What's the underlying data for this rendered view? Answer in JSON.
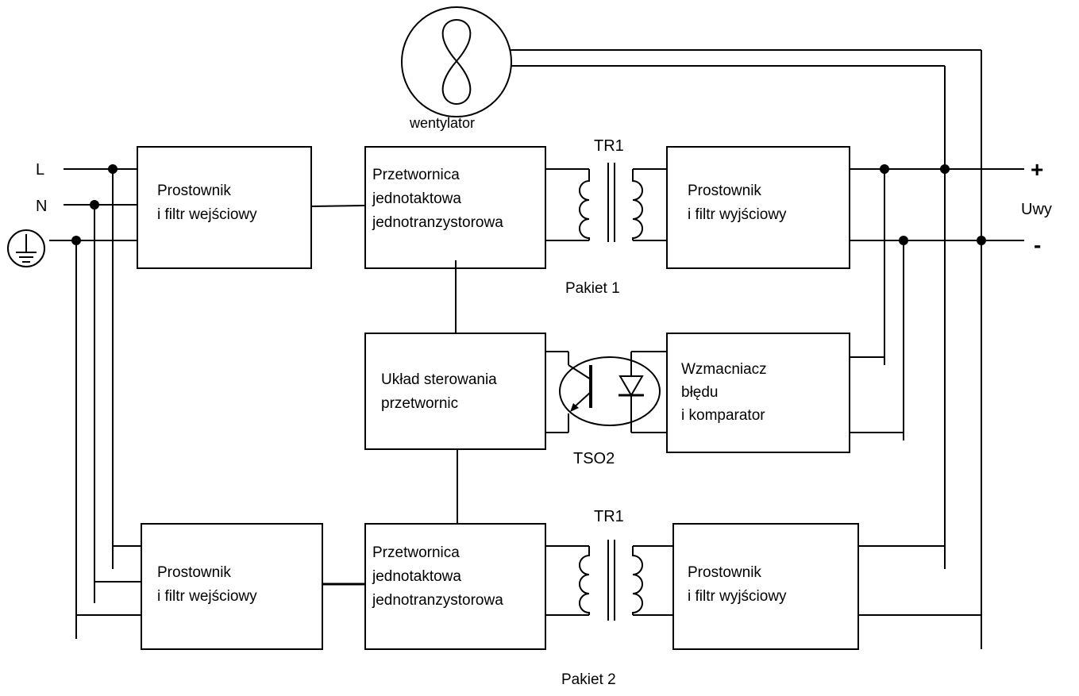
{
  "inputs": {
    "l": "L",
    "n": "N"
  },
  "fan": {
    "label": "wentylator"
  },
  "packet1": {
    "name": "Pakiet 1",
    "rectifier_in": [
      "Prostownik",
      "i filtr wejściowy"
    ],
    "converter": [
      "Przetwornica",
      "jednotaktowa",
      "jednotranzystorowa"
    ],
    "transformer": "TR1",
    "rectifier_out": [
      "Prostownik",
      "i filtr wyjściowy"
    ]
  },
  "control": {
    "label": [
      "Układ sterowania",
      "przetwornic"
    ]
  },
  "optocoupler": {
    "label": "TSO2"
  },
  "error_amp": {
    "label": [
      "Wzmacniacz",
      "błędu",
      "i komparator"
    ]
  },
  "packet2": {
    "name": "Pakiet 2",
    "rectifier_in": [
      "Prostownik",
      "i filtr wejściowy"
    ],
    "converter": [
      "Przetwornica",
      "jednotaktowa",
      "jednotranzystorowa"
    ],
    "transformer": "TR1",
    "rectifier_out": [
      "Prostownik",
      "i filtr wyjściowy"
    ]
  },
  "output": {
    "plus": "+",
    "minus": "-",
    "label": "Uwy"
  }
}
